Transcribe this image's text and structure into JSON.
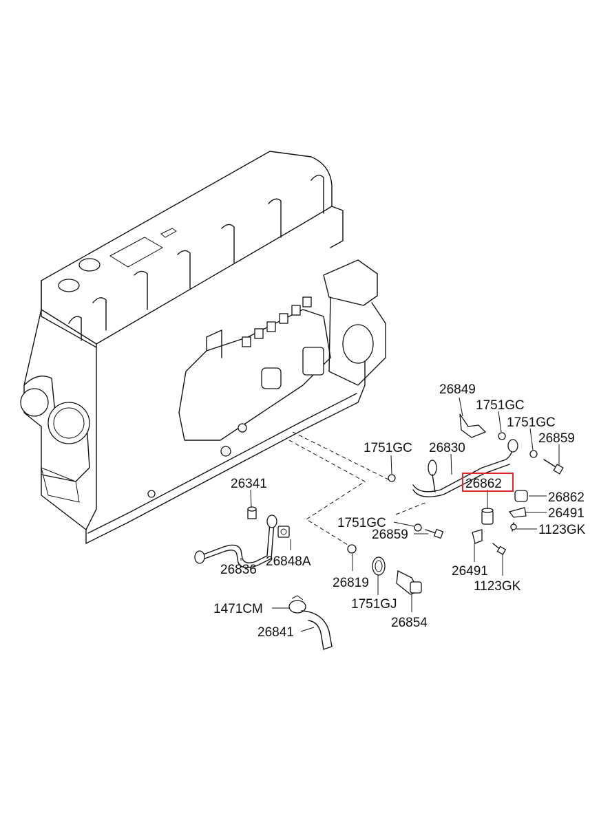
{
  "highlight_color": "#e0252b",
  "callouts": {
    "p26849": "26849",
    "p1751gc_a": "1751GC",
    "p1751gc_b": "1751GC",
    "p26859_a": "26859",
    "p1751gc_c": "1751GC",
    "p26830": "26830",
    "p26862_hl": "26862",
    "p26862": "26862",
    "p26491_a": "26491",
    "p1123gk_a": "1123GK",
    "p1751gc_d": "1751GC",
    "p26859_b": "26859",
    "p26491_b": "26491",
    "p1123gk_b": "1123GK",
    "p26341": "26341",
    "p26836": "26836",
    "p26848a": "26848A",
    "p26819": "26819",
    "p1751gj": "1751GJ",
    "p26854": "26854",
    "p1471cm": "1471CM",
    "p26841": "26841"
  }
}
